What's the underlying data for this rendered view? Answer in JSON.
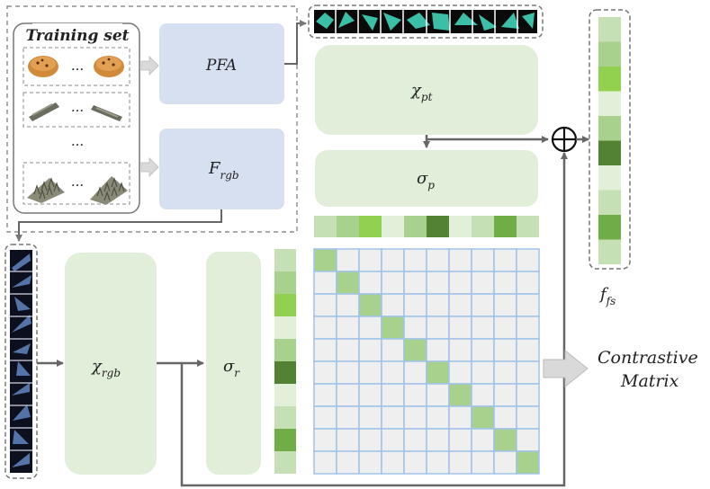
{
  "training_set": {
    "title": "Training set",
    "ellipsis": "..."
  },
  "blocks": {
    "pfa": "PFA",
    "f_rgb_main": "F",
    "f_rgb_sub": "rgb",
    "chi_pt_main": "χ",
    "chi_pt_sub": "pt",
    "sigma_p_main": "σ",
    "sigma_p_sub": "p",
    "chi_rgb_main": "χ",
    "chi_rgb_sub": "rgb",
    "sigma_r_main": "σ",
    "sigma_r_sub": "r"
  },
  "fused_feature": {
    "main": "f",
    "sub": "fs"
  },
  "contrastive": {
    "line1": "Contrastive",
    "line2": "Matrix"
  },
  "colors": {
    "block_blue": "#d6e0f1",
    "block_green": "#e1eed9",
    "matrix_cell": "#efefef",
    "matrix_grid": "#9fc3e7",
    "matrix_diag": "#a9d18e",
    "arrow": "#666666",
    "dashed": "#777777"
  },
  "feature_strip_colors": [
    "#c5e0b4",
    "#a9d18e",
    "#92d050",
    "#e2f0d9",
    "#a9d18e",
    "#548235",
    "#e2f0d9",
    "#c5e0b4",
    "#70ad47",
    "#c5e0b4"
  ]
}
